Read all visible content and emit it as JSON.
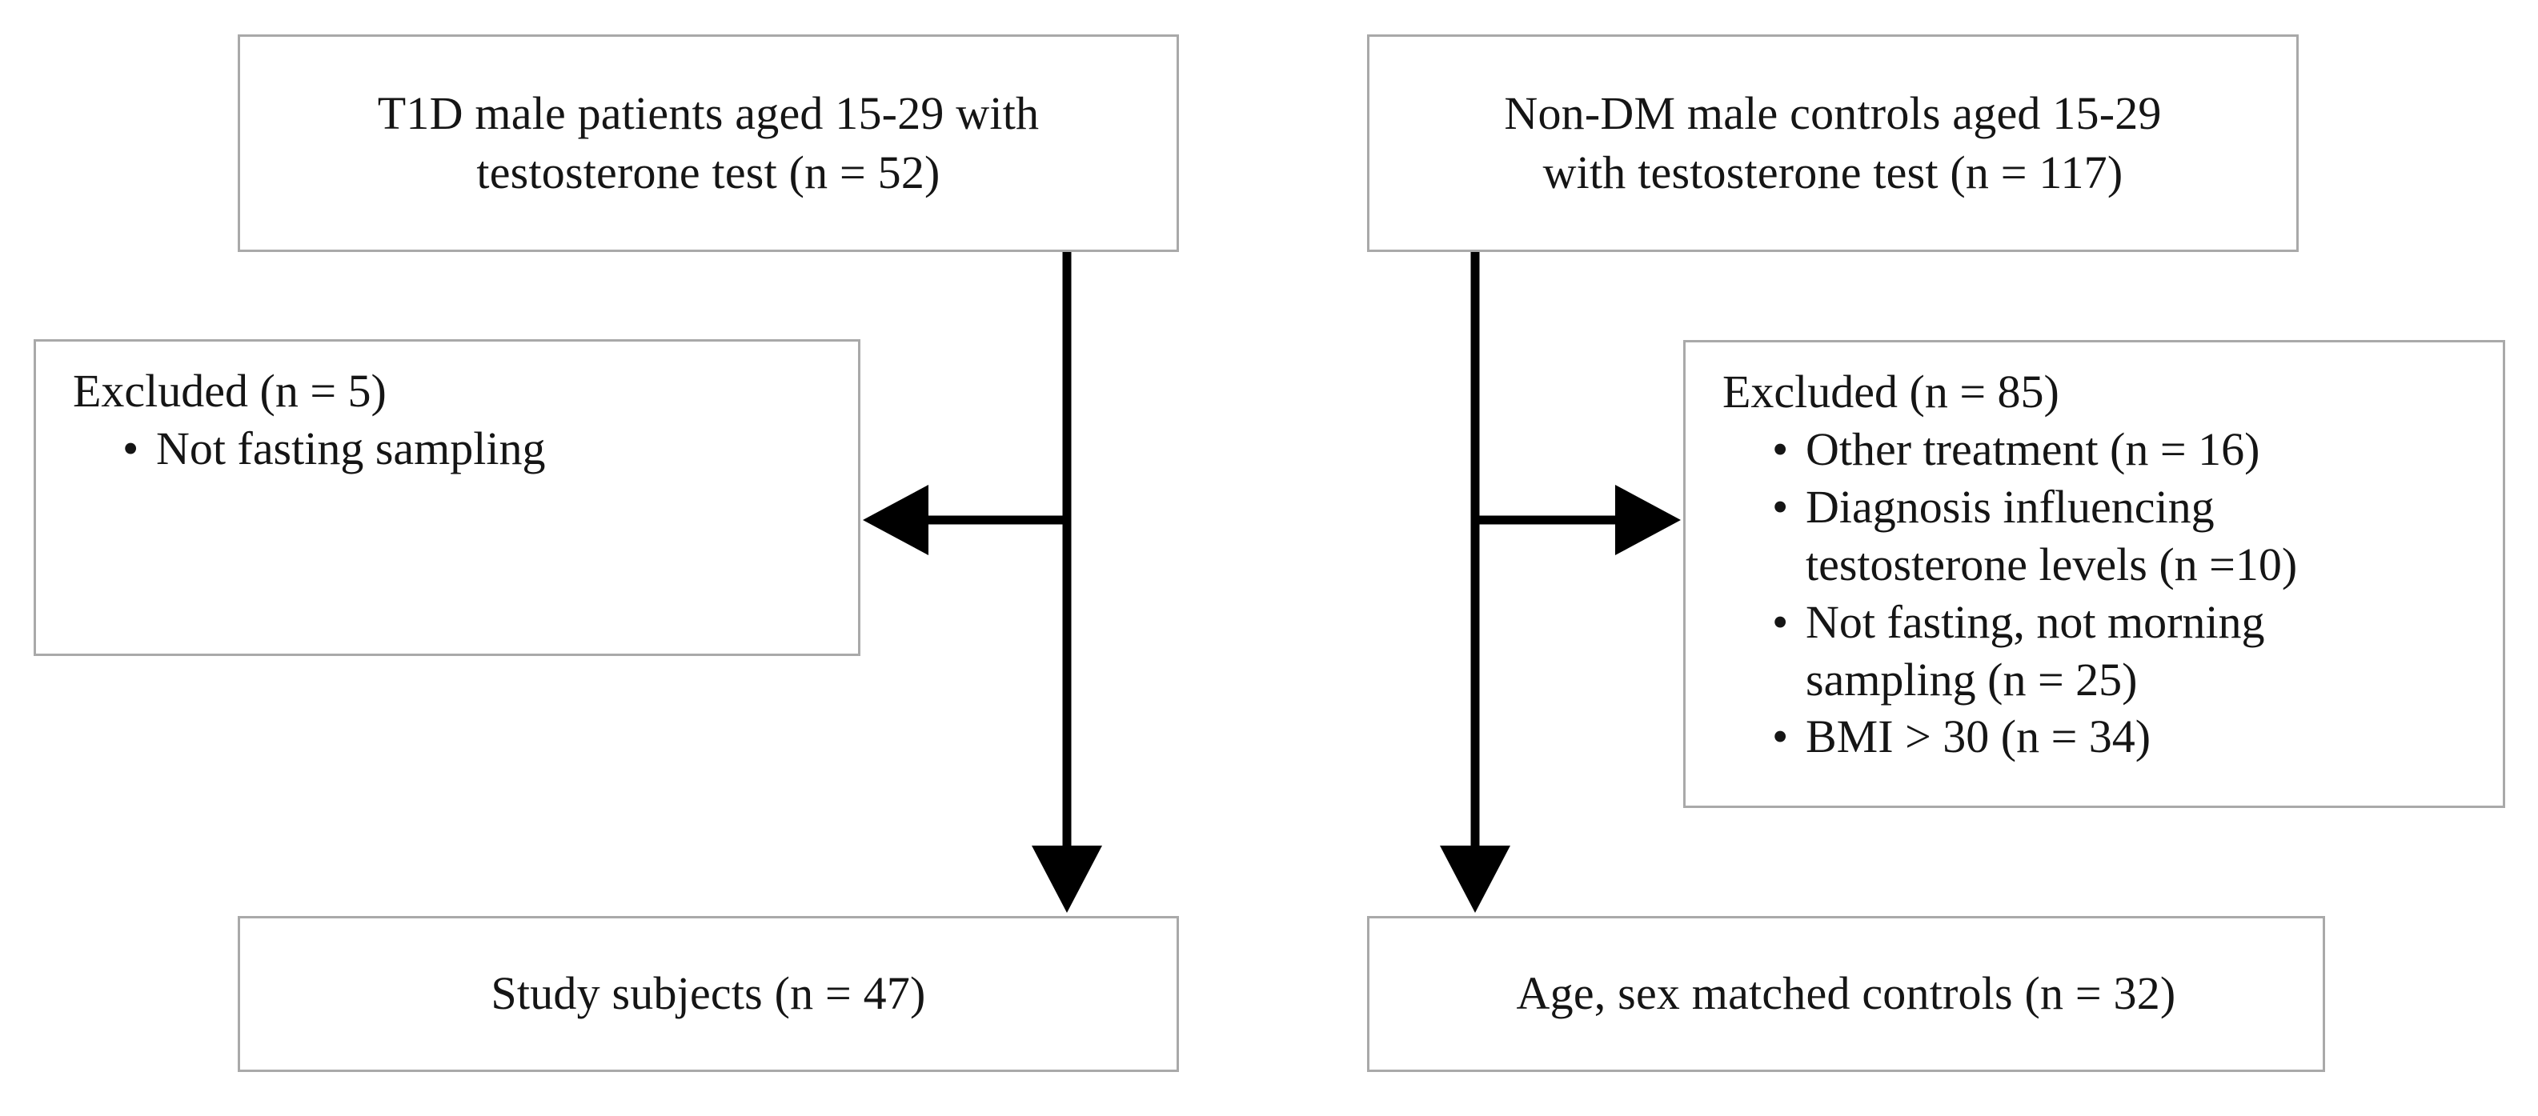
{
  "diagram": {
    "title": "Study participant flow diagram",
    "type": "flowchart",
    "background_color": "#ffffff",
    "box_border_color": "#a9a9a9",
    "arrow_color": "#000000",
    "text_color": "#151515"
  },
  "nodes": {
    "t1d_source": {
      "id": "t1d-source",
      "text": "T1D male patients aged 15-29 with\ntestosterone test (n = 52)",
      "n": 52
    },
    "nondm_source": {
      "id": "nondm-source",
      "text": "Non-DM male controls aged 15-29\nwith testosterone test (n = 117)",
      "n": 117
    },
    "excluded_left": {
      "id": "excluded-left",
      "heading": "Excluded (n = 5)",
      "n": 5,
      "bullet_glyph": "•",
      "bullets": [
        {
          "label": "Not fasting sampling",
          "n": null
        }
      ]
    },
    "excluded_right": {
      "id": "excluded-right",
      "heading": "Excluded (n = 85)",
      "n": 85,
      "bullet_glyph": "•",
      "bullets": [
        {
          "label": "Other treatment (n = 16)",
          "n": 16
        },
        {
          "label": "Diagnosis influencing\ntestosterone levels (n =10)",
          "n": 10
        },
        {
          "label": "Not fasting, not morning\nsampling (n = 25)",
          "n": 25
        },
        {
          "label": "BMI > 30 (n = 34)",
          "n": 34
        }
      ]
    },
    "study_subjects": {
      "id": "study-subjects",
      "text": "Study subjects (n = 47)",
      "n": 47
    },
    "matched_controls": {
      "id": "matched-controls",
      "text": "Age, sex matched controls (n = 32)",
      "n": 32
    }
  },
  "connectors": [
    {
      "id": "t1d-to-study",
      "kind": "vertical-arrow",
      "direction": "down",
      "from": "t1d_source",
      "to": "study_subjects"
    },
    {
      "id": "t1d-to-excluded",
      "kind": "horizontal-arrow",
      "direction": "left",
      "from": "t1d_source",
      "to": "excluded_left"
    },
    {
      "id": "nondm-to-controls",
      "kind": "vertical-arrow",
      "direction": "down",
      "from": "nondm_source",
      "to": "matched_controls"
    },
    {
      "id": "nondm-to-excluded",
      "kind": "horizontal-arrow",
      "direction": "right",
      "from": "nondm_source",
      "to": "excluded_right"
    }
  ]
}
